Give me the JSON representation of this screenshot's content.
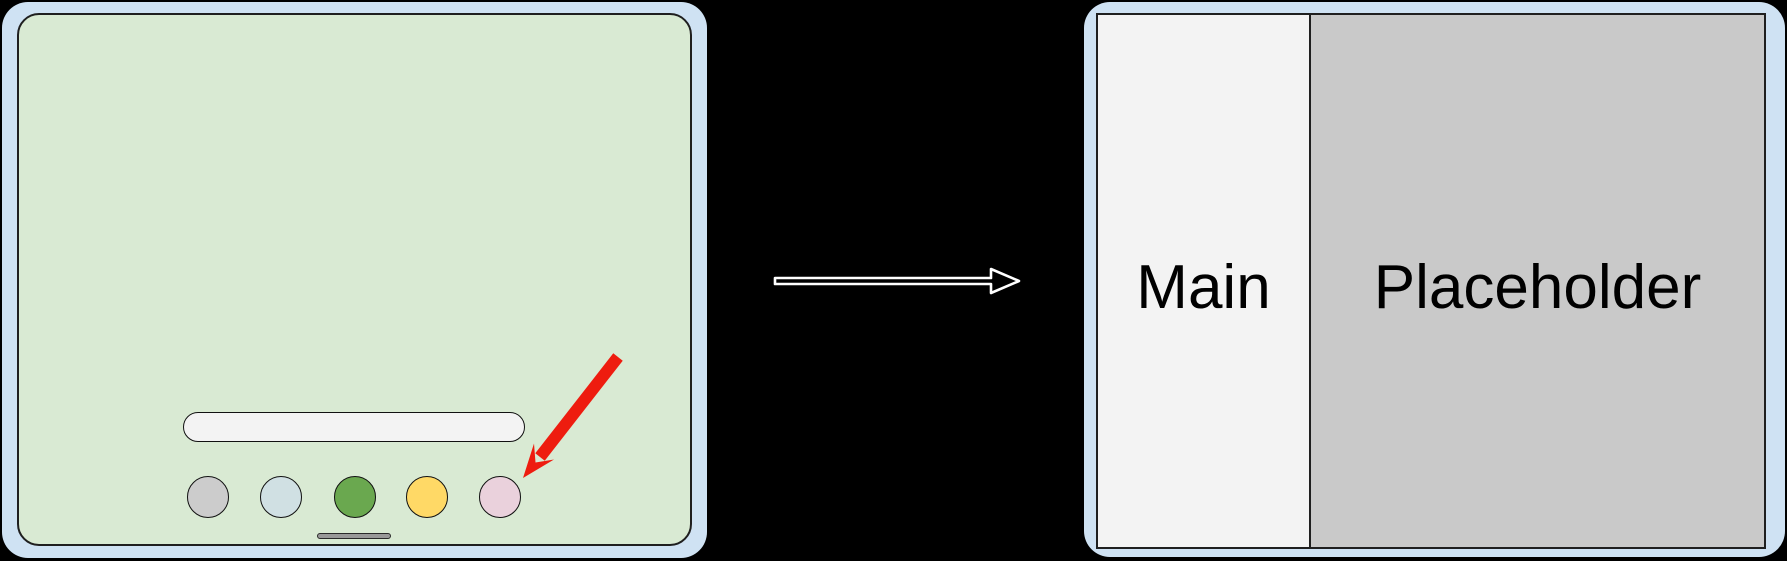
{
  "scene": {
    "background_color": "#000000"
  },
  "source_device": {
    "frame_color": "#cfe2f3",
    "screen_color": "#d9ead3",
    "search_bar": {
      "value": "",
      "color": "#f3f3f3"
    },
    "dock_icons": [
      {
        "name": "gray-app",
        "color": "#cccccc"
      },
      {
        "name": "blue-app",
        "color": "#d0e0e3"
      },
      {
        "name": "green-app",
        "color": "#6aa84f"
      },
      {
        "name": "yellow-app",
        "color": "#ffd966"
      },
      {
        "name": "pink-app",
        "color": "#ead1dc"
      }
    ],
    "home_indicator_color": "#999999",
    "annotation_arrow_color": "#ee1c0f"
  },
  "transition_arrow": {
    "fill_color": "#000000",
    "outline_color": "#ffffff"
  },
  "result_device": {
    "frame_color": "#cfe2f3",
    "panels": [
      {
        "label": "Main",
        "color": "#f3f3f3"
      },
      {
        "label": "Placeholder",
        "color": "#c9c9c9"
      }
    ]
  }
}
